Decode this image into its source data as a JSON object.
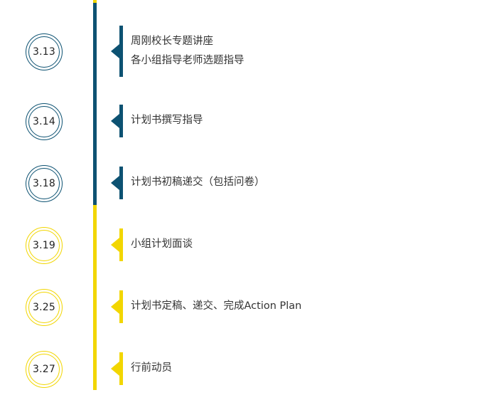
{
  "colors": {
    "blue": "#0d5272",
    "yellow": "#f2d600"
  },
  "events": [
    {
      "date": "3.13",
      "lines": [
        "周刚校长专题讲座",
        "各小组指导老师选题指导"
      ],
      "color": "blue"
    },
    {
      "date": "3.14",
      "lines": [
        "计划书撰写指导"
      ],
      "color": "blue"
    },
    {
      "date": "3.18",
      "lines": [
        "计划书初稿递交（包括问卷）"
      ],
      "color": "blue"
    },
    {
      "date": "3.19",
      "lines": [
        "小组计划面谈"
      ],
      "color": "yellow"
    },
    {
      "date": "3.25",
      "lines": [
        "计划书定稿、递交、完成Action Plan"
      ],
      "color": "yellow"
    },
    {
      "date": "3.27",
      "lines": [
        "行前动员"
      ],
      "color": "yellow"
    }
  ]
}
